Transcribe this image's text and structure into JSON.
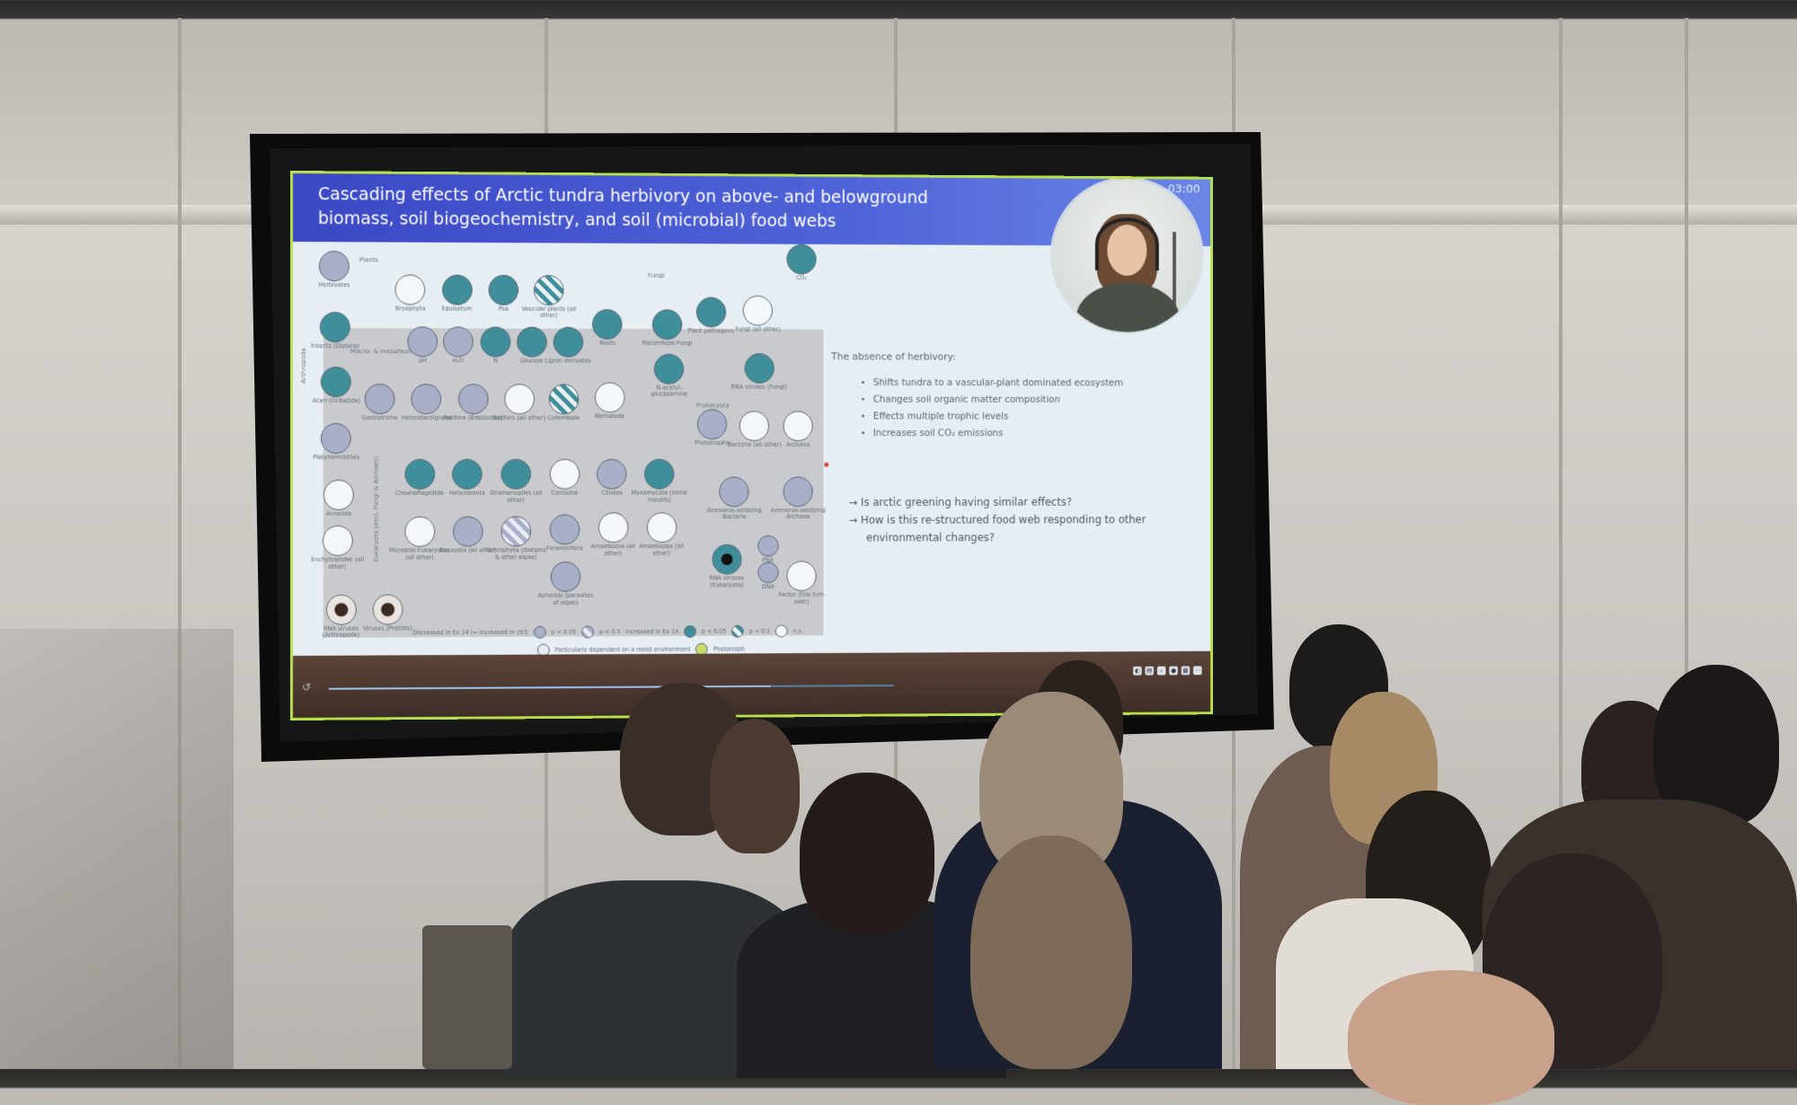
{
  "slide": {
    "title": "Cascading effects of Arctic tundra herbivory on above- and belowground biomass, soil biogeochemistry, and soil (microbial) food webs",
    "timer": "03:00",
    "lead": "The absence of herbivory:",
    "bullets": [
      "Shifts tundra to a vascular-plant dominated ecosystem",
      "Changes soil organic matter composition",
      "Effects multiple trophic levels",
      "Increases soil CO₂ emissions"
    ],
    "questions": [
      "→ Is arctic greening having similar effects?",
      "→ How is this re-structured food web responding to other environmental changes?"
    ],
    "progress": 0.78
  },
  "diagram": {
    "group_labels": {
      "plants": "Plants",
      "fungi": "Fungi",
      "macro_meso": "Macro- & mesofauna",
      "prokaryota": "Prokaryota",
      "arthropoda": "Arthropoda",
      "eukaryota": "Eukaryota (excl. Fungi & Animals)"
    },
    "nodes": [
      {
        "label": "Herbivores",
        "fill": "lav"
      },
      {
        "label": "Bryophyta",
        "fill": "white"
      },
      {
        "label": "Equisetum",
        "fill": "teal"
      },
      {
        "label": "Poa",
        "fill": "teal"
      },
      {
        "label": "Vascular plants (all other)",
        "fill": "hatch"
      },
      {
        "label": "Roots",
        "fill": "teal"
      },
      {
        "label": "Mycorrhizal Fungi",
        "fill": "teal"
      },
      {
        "label": "Plant pathogens",
        "fill": "teal"
      },
      {
        "label": "Fungi (all other)",
        "fill": "white"
      },
      {
        "label": "CO₂",
        "fill": "teal"
      },
      {
        "label": "Insects (Diptera)",
        "fill": "teal"
      },
      {
        "label": "pH",
        "fill": "lav"
      },
      {
        "label": "H₂O",
        "fill": "lav"
      },
      {
        "label": "N",
        "fill": "teal"
      },
      {
        "label": "Glucose",
        "fill": "teal"
      },
      {
        "label": "Lignin derivates",
        "fill": "teal"
      },
      {
        "label": "N-acetyl-glucosamine",
        "fill": "teal"
      },
      {
        "label": "RNA viruses (Fungi)",
        "fill": "teal"
      },
      {
        "label": "Acari (Oribatida)",
        "fill": "teal"
      },
      {
        "label": "Gastrotricha",
        "fill": "lav"
      },
      {
        "label": "Heterotardigrada",
        "fill": "lav"
      },
      {
        "label": "Rotifera (Bdelloidea)",
        "fill": "lav"
      },
      {
        "label": "Rotifers (all other)",
        "fill": "white"
      },
      {
        "label": "Collembola",
        "fill": "hatch"
      },
      {
        "label": "Nematoda",
        "fill": "white"
      },
      {
        "label": "Phototrophs",
        "fill": "lav"
      },
      {
        "label": "Bacteria (all other)",
        "fill": "white"
      },
      {
        "label": "Archaea",
        "fill": "white"
      },
      {
        "label": "Platyhelminthes",
        "fill": "lav"
      },
      {
        "label": "Choanoflagellida",
        "fill": "teal"
      },
      {
        "label": "Heterokonta",
        "fill": "teal"
      },
      {
        "label": "Stramenopiles (all other)",
        "fill": "teal"
      },
      {
        "label": "Cercozoa",
        "fill": "white"
      },
      {
        "label": "Ciliates",
        "fill": "lav"
      },
      {
        "label": "Myxomycota (slime moulds)",
        "fill": "teal"
      },
      {
        "label": "Ammonia-oxidizing Bacteria",
        "fill": "lav"
      },
      {
        "label": "Ammonia-oxidizing Archaea",
        "fill": "lav"
      },
      {
        "label": "Annelida",
        "fill": "white"
      },
      {
        "label": "Enchytraeidae (all other)",
        "fill": "white"
      },
      {
        "label": "Microbial Eukaryotes (all other)",
        "fill": "white"
      },
      {
        "label": "Excavata (all other)",
        "fill": "lav"
      },
      {
        "label": "Ochrophyta (diatoms & other algae)",
        "fill": "hatchlav"
      },
      {
        "label": "Foraminifera",
        "fill": "lav"
      },
      {
        "label": "Amoebozoa (all other)",
        "fill": "white"
      },
      {
        "label": "Amoebozoa (all other)",
        "fill": "white"
      },
      {
        "label": "Aphelida (parasites of algae)",
        "fill": "lav"
      },
      {
        "label": "RNA viruses (Eukaryota)",
        "fill": "dark"
      },
      {
        "label": "PNA",
        "fill": "lav"
      },
      {
        "label": "DNA",
        "fill": "lav"
      },
      {
        "label": "Factor (this turn over)",
        "fill": "white"
      },
      {
        "label": "RNA viruses (Arthropoda)",
        "fill": "virus"
      },
      {
        "label": "Viruses (Protists)",
        "fill": "virus"
      }
    ],
    "legend": {
      "decreased": "Decreased in Ex 14 (= increased in ctrl)",
      "p005a": "p < 0.05",
      "p01a": "p < 0.1",
      "increased": "Increased in Ex 14",
      "p005b": "p < 0.05",
      "p01b": "p < 0.1",
      "ns": "n.s.",
      "dependent": "Particularly dependent on a moist environment",
      "phototroph": "Phototroph"
    }
  },
  "colors": {
    "title_bar": "#3b48c4",
    "teal": "#3f8e9c",
    "lavender": "#a9aec9",
    "frame_green": "#b8e04a"
  }
}
